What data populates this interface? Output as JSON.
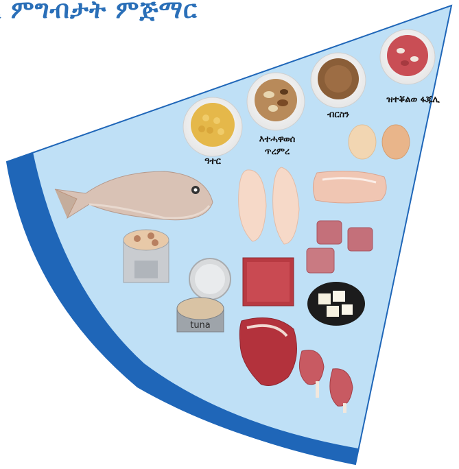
{
  "title": "ኒ ምግብታት ምጅማር",
  "labels": {
    "chickpeas": "ዓተር",
    "nuts_line1": "እተሓዋወሰ",
    "nuts_line2": "ጥረምረ",
    "lentils": "ብርስን",
    "beans": "ዝተቖልወ ፋጁሊ",
    "tuna_can": "tuna"
  },
  "colors": {
    "title": "#2a6fb8",
    "wedge_fill": "#bfe0f6",
    "wedge_border": "#1f66b8"
  },
  "icons": [
    "chickpeas-bowl-icon",
    "mixed-nuts-bowl-icon",
    "lentils-bowl-icon",
    "beans-bowl-icon",
    "eggs-icon",
    "fish-icon",
    "chicken-breast-icon",
    "pork-chop-icon",
    "canned-beans-icon",
    "tin-can-icon",
    "beef-cubes-icon",
    "minced-meat-icon",
    "tofu-bowl-icon",
    "tuna-can-icon",
    "steak-icon",
    "lamb-chops-icon"
  ]
}
